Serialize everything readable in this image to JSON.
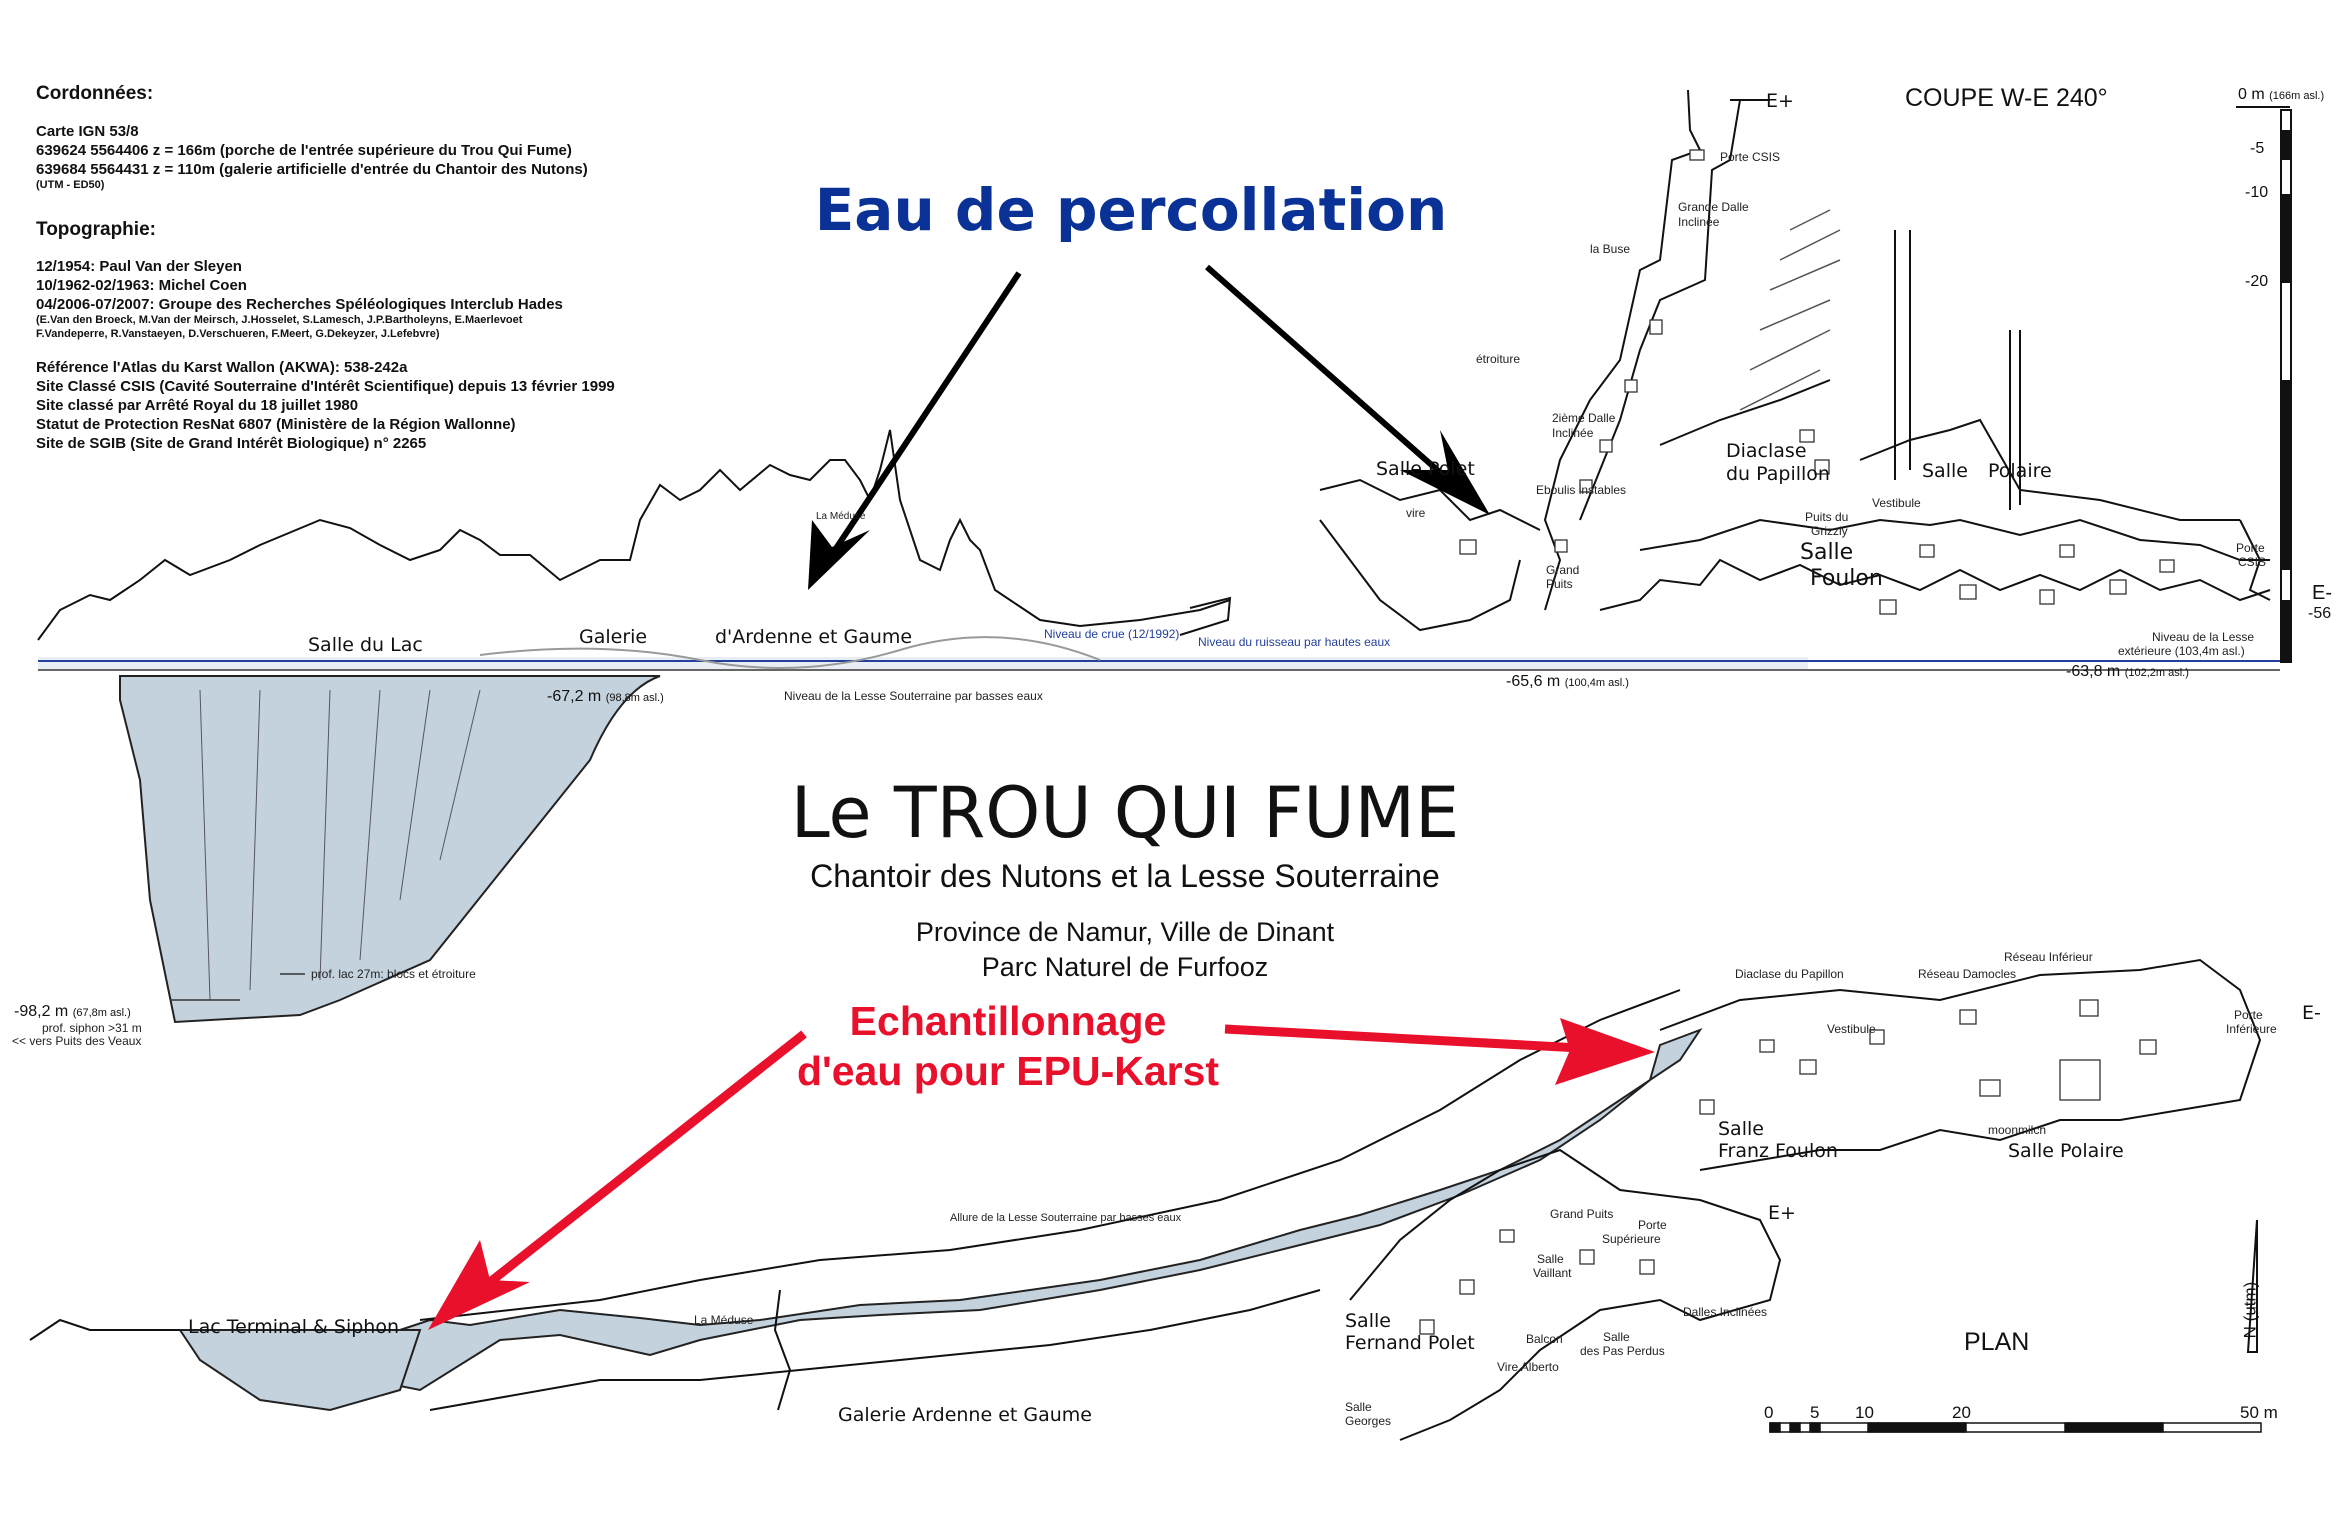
{
  "info": {
    "coord_title": "Cordonnées:",
    "carte": "Carte IGN 53/8",
    "coord1": "639624  5564406  z = 166m (porche de l'entrée supérieure du Trou Qui Fume)",
    "coord2": "639684  5564431  z = 110m (galerie artificielle d'entrée du Chantoir des Nutons)",
    "utm": "(UTM - ED50)",
    "topo_title": "Topographie:",
    "topo1": "12/1954: Paul Van der Sleyen",
    "topo2": "10/1962-02/1963: Michel Coen",
    "topo3": "04/2006-07/2007: Groupe des Recherches Spéléologiques Interclub Hades",
    "topo_names1": "(E.Van den Broeck, M.Van der Meirsch, J.Hosselet, S.Lamesch, J.P.Bartholeyns, E.Maerlevoet",
    "topo_names2": "F.Vandeperre, R.Vanstaeyen, D.Verschueren, F.Meert, G.Dekeyzer, J.Lefebvre)",
    "ref1": "Référence l'Atlas du Karst Wallon (AKWA): 538-242a",
    "ref2": "Site Classé CSIS (Cavité Souterraine d'Intérêt Scientifique) depuis 13 février 1999",
    "ref3": "Site classé par Arrêté Royal du 18 juillet 1980",
    "ref4": "Statut de Protection ResNat 6807 (Ministère de la Région Wallonne)",
    "ref5": "Site de SGIB (Site de Grand Intérêt Biologique) n° 2265"
  },
  "title": {
    "main": "Le TROU QUI FUME",
    "subtitle": "Chantoir des Nutons et la Lesse Souterraine",
    "province": "Province de Namur, Ville de Dinant",
    "parc": "Parc Naturel de Furfooz"
  },
  "annotations": {
    "percolation": "Eau de percollation",
    "echantillonnage1": "Echantillonnage",
    "echantillonnage2": "d'eau pour EPU-Karst",
    "blue": "#0a3296",
    "red": "#e8102a"
  },
  "coupe": {
    "title": "COUPE W-E 240°",
    "scale": {
      "zero": "0 m",
      "zero_asl": "(166m asl.)",
      "m5": "-5",
      "m10": "-10",
      "m20": "-20",
      "m56": "-56",
      "e_minus": "E-"
    },
    "labels": [
      "E+",
      "Porte CSIS",
      "Grande Dalle",
      "Inclinée",
      "la Buse",
      "étroiture",
      "2ième Dalle",
      "Inclinée",
      "Eboulis instables",
      "Salle Polet",
      "vire",
      "Grand",
      "Puits",
      "Diaclase",
      "du Papillon",
      "Salle",
      "Polaire",
      "Vestibule",
      "Puits du",
      "Grizzly",
      "Salle",
      "Foulon",
      "Porte",
      "CSIS",
      "Niveau de la Lesse",
      "extérieure (103,4m asl.)",
      "Salle du Lac",
      "Galerie",
      "d'Ardenne  et  Gaume",
      "La Méduse",
      "prof. lac 27m: blocs et étroiture",
      "prof. siphon >31 m",
      "<< vers Puits des Veaux",
      "Niveau de la Lesse Souterraine par basses eaux"
    ],
    "blue_labels": [
      "Niveau de crue (12/1992)",
      "Niveau du ruisseau par hautes eaux"
    ],
    "depths": [
      {
        "value": "-67,2 m",
        "asl": "(98,8m asl.)"
      },
      {
        "value": "-65,6 m",
        "asl": "(100,4m asl.)"
      },
      {
        "value": "-63,8 m",
        "asl": "(102,2m asl.)"
      },
      {
        "value": "-98,2 m",
        "asl": "(67,8m asl.)"
      }
    ]
  },
  "plan": {
    "title": "PLAN",
    "north": "N (utm)",
    "scale_ticks": [
      "0",
      "5",
      "10",
      "20",
      "50 m"
    ],
    "labels": [
      "Diaclase du Papillon",
      "Réseau Damocles",
      "Réseau Inférieur",
      "Porte",
      "Inférieure",
      "E-",
      "Vestibule",
      "moonmilch",
      "Grand Puits",
      "E+",
      "Porte",
      "Supérieure",
      "Salle",
      "Vaillant",
      "Dalles Inclinées",
      "Balcon",
      "Salle",
      "des Pas Perdus",
      "Vire Alberto",
      "Salle",
      "Georges",
      "Allure de la Lesse Souterraine par basses eaux",
      "La Méduse"
    ],
    "big_labels": [
      "Salle",
      "Franz Foulon",
      "Salle Polaire",
      "Salle",
      "Fernand Polet",
      "Lac Terminal & Siphon",
      "Galerie   Ardenne et Gaume"
    ]
  }
}
